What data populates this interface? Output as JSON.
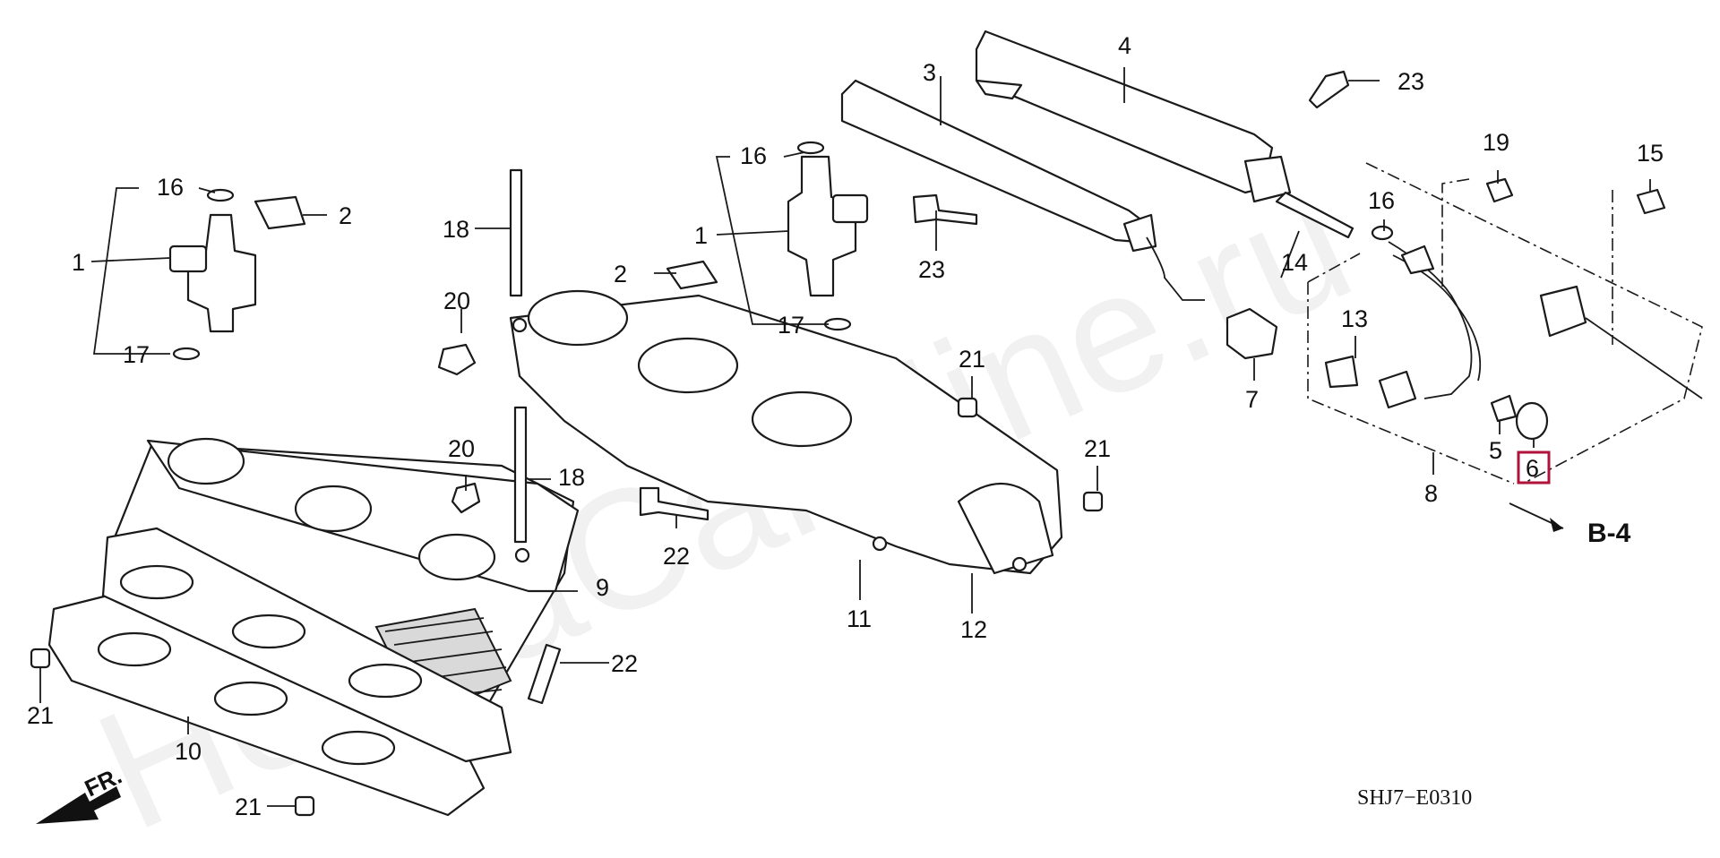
{
  "watermark": "HondaCarMine.ru",
  "diagram_code": "SHJ7−E0310",
  "reference": {
    "label": "B-4"
  },
  "front_indicator": {
    "label": "FR."
  },
  "highlight_color": "#b0123a",
  "callouts": [
    {
      "id": "c1a",
      "text": "1"
    },
    {
      "id": "c1b",
      "text": "1"
    },
    {
      "id": "c2a",
      "text": "2"
    },
    {
      "id": "c2b",
      "text": "2"
    },
    {
      "id": "c3",
      "text": "3"
    },
    {
      "id": "c4",
      "text": "4"
    },
    {
      "id": "c5",
      "text": "5"
    },
    {
      "id": "c6",
      "text": "6",
      "highlighted": true
    },
    {
      "id": "c7",
      "text": "7"
    },
    {
      "id": "c8",
      "text": "8"
    },
    {
      "id": "c9",
      "text": "9"
    },
    {
      "id": "c10",
      "text": "10"
    },
    {
      "id": "c11",
      "text": "11"
    },
    {
      "id": "c12",
      "text": "12"
    },
    {
      "id": "c13",
      "text": "13"
    },
    {
      "id": "c14",
      "text": "14"
    },
    {
      "id": "c15",
      "text": "15"
    },
    {
      "id": "c16a",
      "text": "16"
    },
    {
      "id": "c16b",
      "text": "16"
    },
    {
      "id": "c16c",
      "text": "16"
    },
    {
      "id": "c17a",
      "text": "17"
    },
    {
      "id": "c17b",
      "text": "17"
    },
    {
      "id": "c18a",
      "text": "18"
    },
    {
      "id": "c18b",
      "text": "18"
    },
    {
      "id": "c19",
      "text": "19"
    },
    {
      "id": "c20a",
      "text": "20"
    },
    {
      "id": "c20b",
      "text": "20"
    },
    {
      "id": "c21a",
      "text": "21"
    },
    {
      "id": "c21b",
      "text": "21"
    },
    {
      "id": "c21c",
      "text": "21"
    },
    {
      "id": "c21d",
      "text": "21"
    },
    {
      "id": "c22a",
      "text": "22"
    },
    {
      "id": "c22b",
      "text": "22"
    },
    {
      "id": "c23a",
      "text": "23"
    },
    {
      "id": "c23b",
      "text": "23"
    }
  ]
}
